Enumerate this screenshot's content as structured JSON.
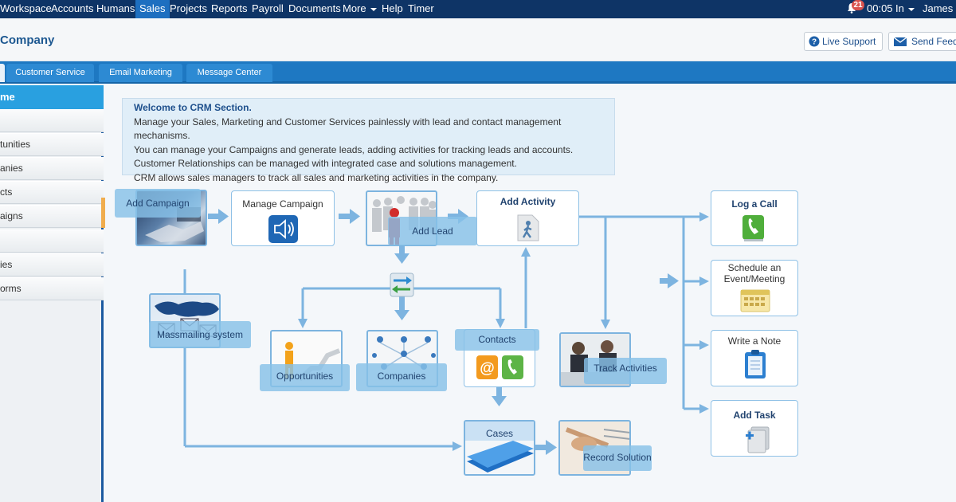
{
  "topnav": {
    "items": [
      "Workspace",
      "Accounts",
      "Humans",
      "Sales",
      "Projects",
      "Reports",
      "Payroll",
      "Documents",
      "More",
      "Help",
      "Timer"
    ],
    "notification_count": "21",
    "time": "00:05",
    "status": "In",
    "user": "James M"
  },
  "header": {
    "company": "Company",
    "live_support": "Live Support",
    "send_feedback": "Send Feedb"
  },
  "tabs": [
    "Customer Service",
    "Email Marketing",
    "Message Center"
  ],
  "sidebar": {
    "head": "me",
    "items": [
      "",
      "tunities",
      "anies",
      "cts",
      "aigns",
      "",
      "ies",
      "orms"
    ]
  },
  "welcome": {
    "title": "Welcome to CRM Section.",
    "lines": [
      "Manage your Sales, Marketing and Customer Services painlessly with lead and contact management mechanisms.",
      "You can manage your Campaigns and generate leads, adding activities for tracking leads and accounts.",
      "Customer Relationships can be managed with integrated case and solutions management.",
      "CRM allows sales managers to track all sales and marketing activities in the company."
    ]
  },
  "flow": {
    "add_campaign": "Add Campaign",
    "manage_campaign": "Manage Campaign",
    "add_lead": "Add Lead",
    "add_activity": "Add Activity",
    "massmailing": "Massmailing system",
    "opportunities": "Opportunities",
    "companies": "Companies",
    "contacts": "Contacts",
    "track_activities": "Track Activities",
    "cases": "Cases",
    "record_solution": "Record Solution",
    "log_call": "Log a Call",
    "schedule_line1": "Schedule an",
    "schedule_line2": "Event/Meeting",
    "write_note": "Write a Note",
    "add_task": "Add Task"
  },
  "colors": {
    "nav_bg": "#0e3466",
    "active_nav": "#1d6fc0",
    "tab_bar": "#1e78c2",
    "arrow": "#7db4e0"
  }
}
